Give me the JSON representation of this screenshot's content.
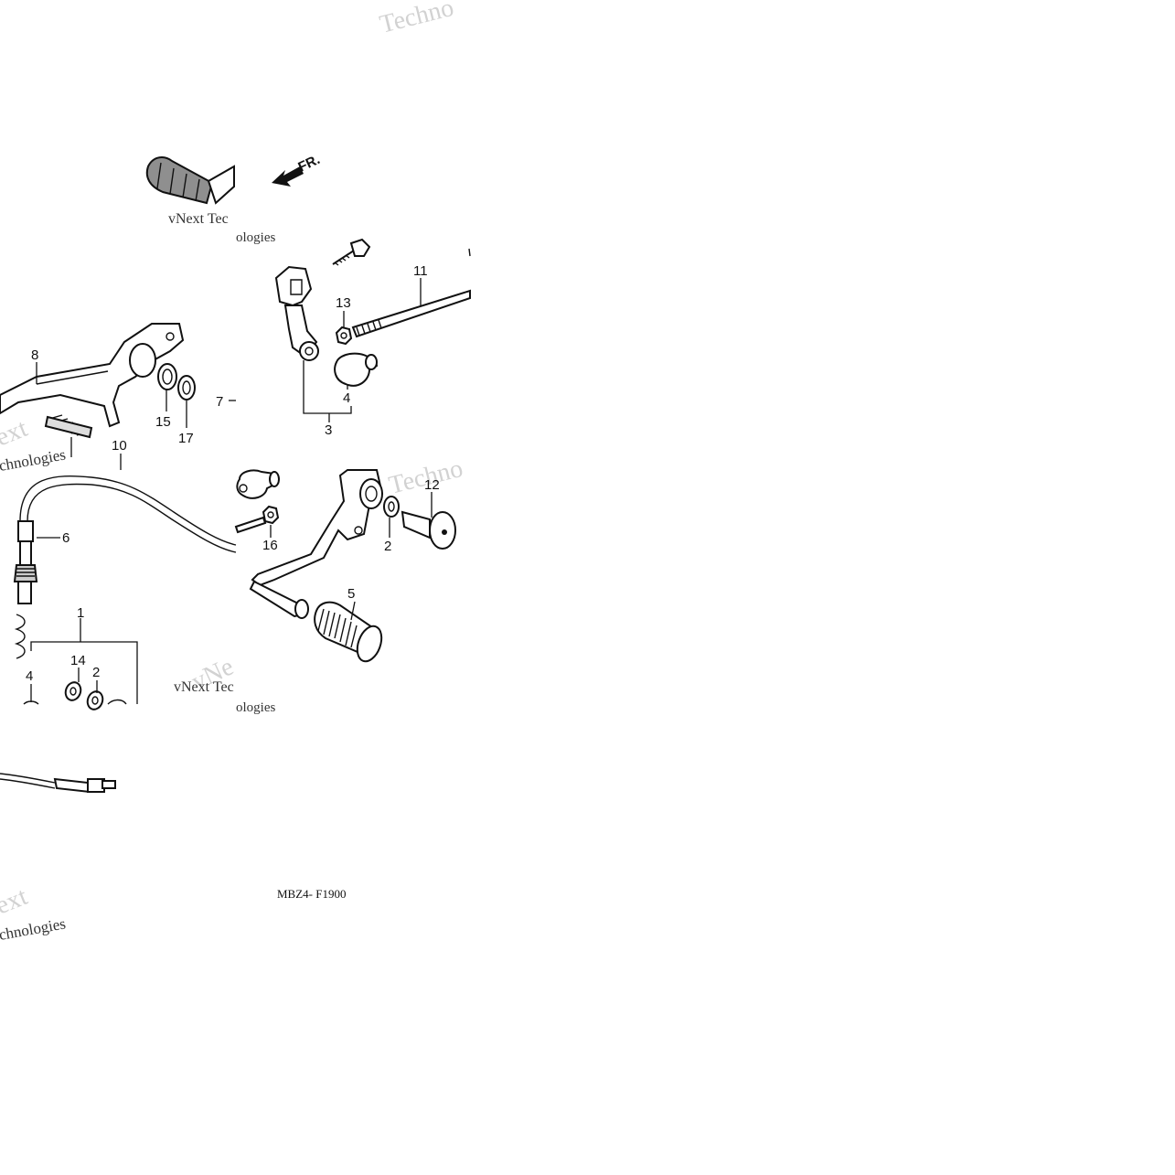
{
  "diagram": {
    "code": "MBZ4- F1900",
    "fr_label": "FR.",
    "watermarks": {
      "w1": "Techno",
      "w2": "vNext Tec",
      "w3": "ologies",
      "w4": "ext",
      "w5": "chnologies",
      "w6": "Techno",
      "w7": "vNe",
      "w8": "vNext Tec",
      "w9": "ologies",
      "w10": "ext",
      "w11": "chnologies"
    },
    "callouts": {
      "c1": "1",
      "c2a": "2",
      "c2b": "2",
      "c3": "3",
      "c4a": "4",
      "c4b": "4",
      "c5": "5",
      "c6": "6",
      "c7": "7",
      "c8": "8",
      "c10": "10",
      "c11": "11",
      "c12": "12",
      "c13": "13",
      "c14": "14",
      "c15": "15",
      "c16": "16",
      "c17": "17"
    }
  }
}
